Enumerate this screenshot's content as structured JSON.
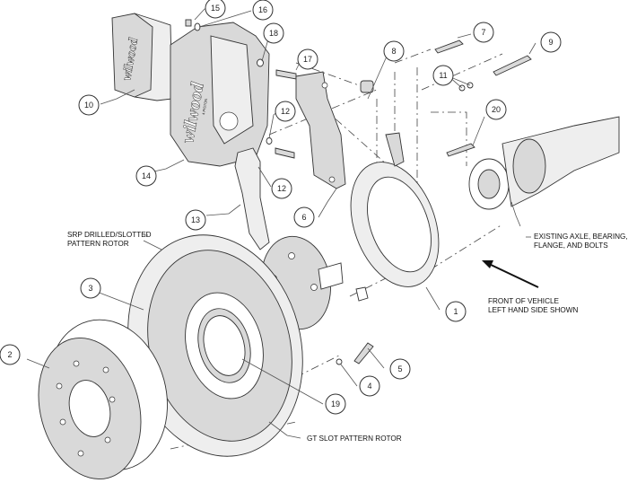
{
  "diagram": {
    "title": "Wilwood rear brake kit exploded view",
    "brand_mark": "wilwood",
    "caliper_marking": "4 PISTON",
    "callouts": [
      {
        "id": "c1",
        "number": "1",
        "part": "parking brake shoe assembly"
      },
      {
        "id": "c2",
        "number": "2",
        "part": "hat / parking drum"
      },
      {
        "id": "c3",
        "number": "3",
        "part": "rotor (drilled/slotted)"
      },
      {
        "id": "c4",
        "number": "4",
        "part": "washer"
      },
      {
        "id": "c5",
        "number": "5",
        "part": "bolt"
      },
      {
        "id": "c6",
        "number": "6",
        "part": "caliper bracket"
      },
      {
        "id": "c7",
        "number": "7",
        "part": "bolt"
      },
      {
        "id": "c8",
        "number": "8",
        "part": "spacer"
      },
      {
        "id": "c9",
        "number": "9",
        "part": "bolt"
      },
      {
        "id": "c10",
        "number": "10",
        "part": "brake pads"
      },
      {
        "id": "c11",
        "number": "11",
        "part": "washers"
      },
      {
        "id": "c12a",
        "number": "12",
        "part": "washer"
      },
      {
        "id": "c12b",
        "number": "12",
        "part": "washer"
      },
      {
        "id": "c13",
        "number": "13",
        "part": "bracket support"
      },
      {
        "id": "c14",
        "number": "14",
        "part": "caliper"
      },
      {
        "id": "c15",
        "number": "15",
        "part": "bleed screw"
      },
      {
        "id": "c16",
        "number": "16",
        "part": "washer"
      },
      {
        "id": "c17",
        "number": "17",
        "part": "stud"
      },
      {
        "id": "c18",
        "number": "18",
        "part": "washer"
      },
      {
        "id": "c19",
        "number": "19",
        "part": "rotor bolts"
      },
      {
        "id": "c20",
        "number": "20",
        "part": "bolt"
      }
    ],
    "notes": {
      "srp_rotor_line1": "SRP DRILLED/SLOTTED",
      "srp_rotor_line2": "PATTERN ROTOR",
      "gt_rotor": "GT SLOT PATTERN ROTOR",
      "axle_line1": "EXISTING AXLE, BEARING,",
      "axle_line2": "FLANGE, AND BOLTS",
      "front_line1": "FRONT OF VEHICLE",
      "front_line2": "LEFT HAND SIDE SHOWN"
    }
  }
}
